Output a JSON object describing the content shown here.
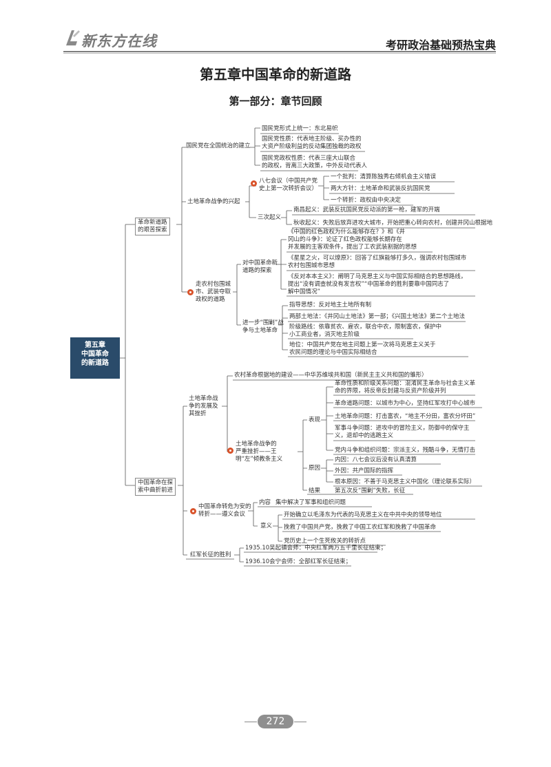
{
  "header": {
    "logo_text": "新东方在线",
    "right_title": "考研政治基础预热宝典"
  },
  "title": "第五章中国革命的新道路",
  "subtitle": "第一部分：章节回顾",
  "root": [
    "第五章",
    "中国革命",
    "的新道路"
  ],
  "branch1": {
    "label": [
      "革命新道路",
      "的艰苦探索"
    ],
    "a": {
      "label": "国民党在全国统治的建立",
      "items": [
        "国民党形式上统一：东北易帜",
        "国民党性质：代表地主阶级、买办性的",
        "大资产阶级利益的反动集团独裁的政权",
        "国民党政权性质：代表三座大山联合",
        "的政权，背离三大政策，中外反动代表人"
      ]
    },
    "b": {
      "label": "土地革命战争的兴起",
      "meeting": [
        "八七会议（中国共产党",
        "史上第一次转折会议）"
      ],
      "meeting_items": [
        "一个批判：清算陈独秀右倾机会主义错误",
        "两大方针：土地革命和武装反抗国民党",
        "一个转折：政权由中央决定"
      ],
      "uprisings_label": "三次起义",
      "uprisings": [
        "南昌起义：武装反抗国民党反动派的第一枪，建军的开端",
        "秋收起义：失败后放弃进攻大城市，开始把重心转向农村，创建井冈山根据地"
      ]
    },
    "c": {
      "label": [
        "走农村包围城",
        "市、武装夺取",
        "政权的道路"
      ],
      "explore_label": [
        "对中国革命新",
        "道路的探索"
      ],
      "explore_items": [
        "《中国的红色政权为什么能够存在？》和《井",
        "冈山的斗争》：论证了红色政权能够长期存在",
        "并发展的主客观条件，提出了工农武装割据的思想",
        "《星星之火，可以燎原》：回答了红旗能够打多久，强调农村包围城市",
        "农村包围城市思想",
        "《反对本本主义》：阐明了马克思主义与中国实际相结合的思想路线，",
        "提出“没有调查就没有发言权”“中国革命的胜利要靠中国同志了",
        "解中国情况”"
      ],
      "land_label": [
        "进一步“围剿”战",
        "争与土地革命"
      ],
      "land_items": [
        "指导思想：反对地主土地所有制",
        "两部土地法：《井冈山土地法》第一部；《兴国土地法》第二个土地法",
        "阶级路线：依靠贫农、雇农，联合中农，限制富农，保护中",
        "小工商业者，消灭地主阶级",
        "地位：中国共产党在地主问题上第一次将马克思主义关于",
        "农民问题的理论与中国实际相结合"
      ]
    }
  },
  "branch2": {
    "label": [
      "中国革命在探",
      "索中曲折前进"
    ],
    "a": {
      "label": [
        "土地革命战",
        "争的发展及",
        "其挫折"
      ],
      "top": "农村革命根据地的建设——中华苏维埃共和国（新民主主义共和国的雏形）",
      "left_label": [
        "土地革命战争的",
        "严重挫折——王",
        "明“左”倾教条主义"
      ],
      "manifest_label": "表现",
      "manifest": [
        "革命性质和阶级关系问题：混淆民主革命与社会主义革命的界限，将反帝反封建与反资产阶级并列",
        "革命道路问题：以城市为中心，坚持红军攻打中心城市",
        "土地革命问题：打击富农，“地主不分田，富农分坏田”",
        "军事斗争问题：进攻中的冒险主义，防御中的保守主义，退却中的逃跑主义",
        "党内斗争和组织问题：宗派主义，残酷斗争，无情打击"
      ],
      "cause_label": "原因",
      "causes": [
        "内因：八七会议后没有认真清算",
        "外因：共产国际的指挥",
        "根本原因：不善于马克思主义中国化（理论联系实际）"
      ],
      "result_label": "结果",
      "result": "第五次反“围剿”失败，长征"
    },
    "b": {
      "label": [
        "中国革命转危为安的",
        "转折——遵义会议"
      ],
      "content_label": "内容",
      "content": "集中解决了军事和组织问题",
      "meaning_label": "意义",
      "meaning": [
        "开始确立以毛泽东为代表的马克思主义在中共中央的领导地位",
        "挽救了中国共产党，挽救了中国工农红军和挽救了中国革命",
        "党历史上一个生死攸关的转折点"
      ]
    },
    "c": {
      "label": "红军长征的胜利",
      "items": [
        "1935.10吴起镇会师：中央红军两万五千里长征结束；",
        "1936.10会宁会师：全部红军长征结束；"
      ]
    }
  },
  "footer": {
    "page_number": "272"
  }
}
